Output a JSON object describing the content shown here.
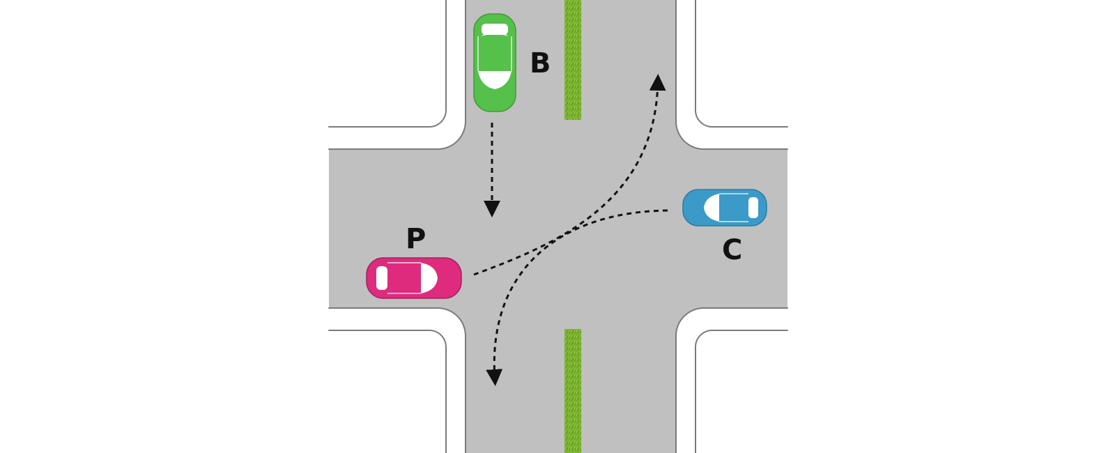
{
  "colors": {
    "road": "#c0c0c0",
    "road_edge": "#7a7a7a",
    "curb": "#ffffff",
    "grass": "#7fb531",
    "grass_dark": "#5f9a22",
    "car_b": "#55c04a",
    "car_p": "#de2b7e",
    "car_c": "#3b9ac8",
    "arrow": "#111111"
  },
  "cars": [
    {
      "id": "B",
      "label": "B",
      "color_key": "car_b",
      "heading": "south"
    },
    {
      "id": "P",
      "label": "P",
      "color_key": "car_p",
      "heading": "east"
    },
    {
      "id": "C",
      "label": "C",
      "color_key": "car_c",
      "heading": "west"
    }
  ],
  "paths": [
    {
      "car": "B",
      "maneuver": "straight"
    },
    {
      "car": "P",
      "maneuver": "left-turn"
    },
    {
      "car": "C",
      "maneuver": "left-turn"
    }
  ],
  "icons": [
    "car-icon",
    "dashed-arrow-icon",
    "grass-median"
  ]
}
